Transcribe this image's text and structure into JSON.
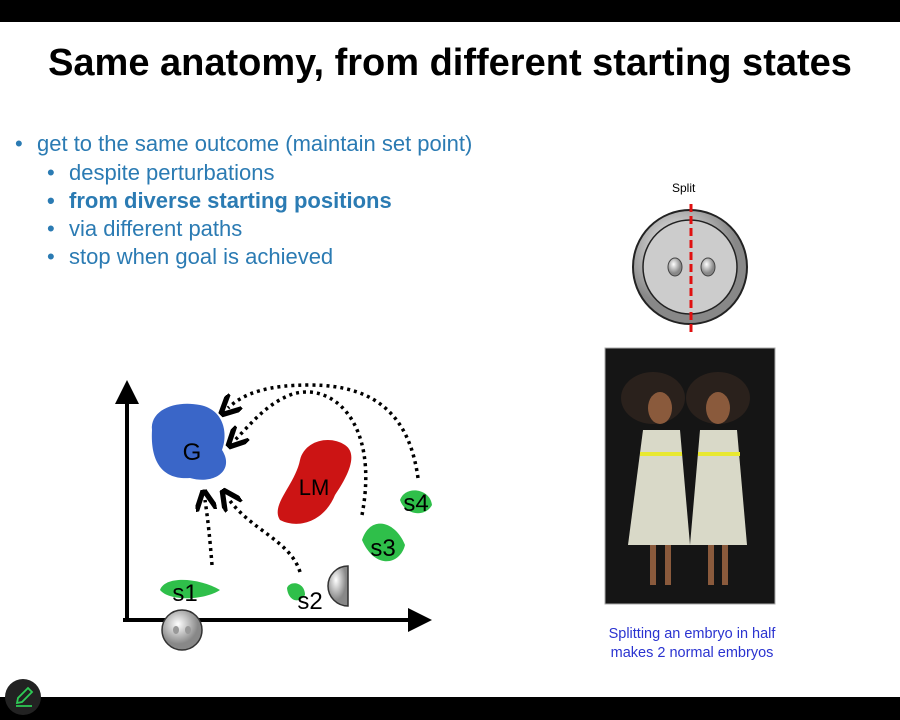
{
  "slide": {
    "title": "Same anatomy, from different starting states",
    "bullets": [
      {
        "text": "get to the same outcome (maintain set point)",
        "level": 1
      },
      {
        "text": "despite perturbations",
        "level": 2
      },
      {
        "text": "from diverse starting positions",
        "level": 2,
        "bold": true
      },
      {
        "text": "via different paths",
        "level": 2
      },
      {
        "text": "stop when goal is achieved",
        "level": 2
      }
    ],
    "diagram": {
      "goal": "G",
      "local_min": "LM",
      "starts": [
        "s1",
        "s2",
        "s3",
        "s4"
      ]
    },
    "embryo_label": "Split",
    "caption_line1": "Splitting an embryo in half",
    "caption_line2": "makes 2 normal embryos"
  },
  "colors": {
    "bullet_text": "#2b7bb3",
    "caption": "#2a33d0",
    "goal": "#3a66c8",
    "local_min": "#cc1414",
    "start": "#2fbf4a"
  },
  "toolbar": {
    "pen_icon": "pencil-icon"
  }
}
